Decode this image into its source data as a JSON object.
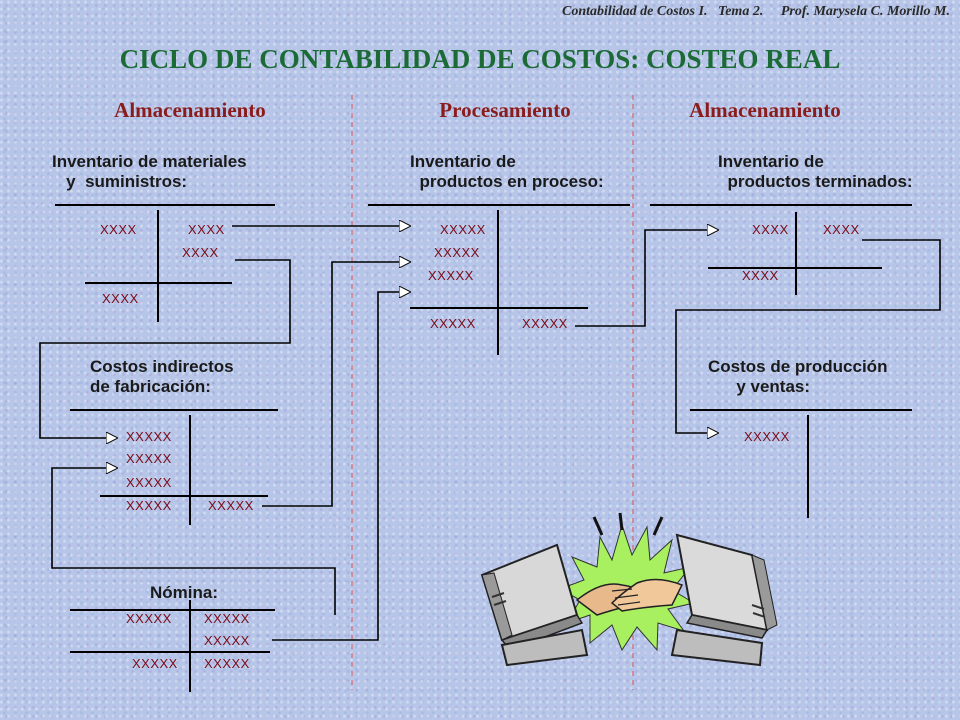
{
  "header": {
    "credit": "Contabilidad de Costos I.   Tema 2.     Prof. Marysela C. Morillo M.",
    "title": "CICLO DE CONTABILIDAD DE COSTOS:  COSTEO REAL"
  },
  "sections": {
    "left": "Almacenamiento",
    "middle": "Procesamiento",
    "right": "Almacenamiento"
  },
  "accounts": {
    "materiales": {
      "title": "Inventario de materiales\n   y  suministros:",
      "debit1": "XXXX",
      "credit1": "XXXX",
      "credit2": "XXXX",
      "debit_bal": "XXXX"
    },
    "cif": {
      "title": "Costos indirectos\nde fabricación:",
      "d1": "XXXXX",
      "d2": "XXXXX",
      "d3": "XXXXX",
      "d4": "XXXXX",
      "c1": "XXXXX"
    },
    "nomina": {
      "title": "Nómina:",
      "d1": "XXXXX",
      "c1": "XXXXX",
      "c2": "XXXXX",
      "d2": "XXXXX",
      "c3": "XXXXX"
    },
    "proceso": {
      "title": "Inventario de\n  productos en proceso:",
      "d1": "XXXXX",
      "d2": "XXXXX",
      "d3": "XXXXX",
      "d4": "XXXXX",
      "c1": "XXXXX"
    },
    "terminados": {
      "title": "Inventario de\n  productos terminados:",
      "d1": "XXXX",
      "c1": "XXXX",
      "d2": "XXXX"
    },
    "ventas": {
      "title": "Costos de producción\n      y ventas:",
      "d1": "XXXXX"
    }
  },
  "colors": {
    "title": "#1c6b37",
    "section": "#8b1c1c",
    "values": "#7a0a18",
    "divider": "#d9534f"
  },
  "clipart": "handshake-computers"
}
